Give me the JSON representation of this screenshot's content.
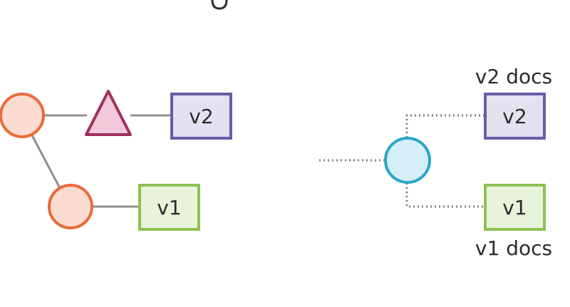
{
  "left_diagram": {
    "box_top_label": "v2",
    "box_bottom_label": "v1"
  },
  "right_diagram": {
    "box_top_label": "v2",
    "box_top_caption": "v2 docs",
    "box_bottom_label": "v1",
    "box_bottom_caption": "v1 docs"
  },
  "colors": {
    "orange_node_fill": "#fcdcd0",
    "orange_node_stroke": "#ec6a3a",
    "triangle_fill": "#f1c9d9",
    "triangle_stroke": "#a0305e",
    "purple_box_fill": "#e4e1f0",
    "purple_box_stroke": "#6b5aa8",
    "green_box_fill": "#e9f3dc",
    "green_box_stroke": "#8cc152",
    "blue_node_fill": "#d5eef8",
    "blue_node_stroke": "#2aa8c5",
    "edge_gray": "#8f8f8f",
    "dotted_gray": "#7f7f7f"
  }
}
